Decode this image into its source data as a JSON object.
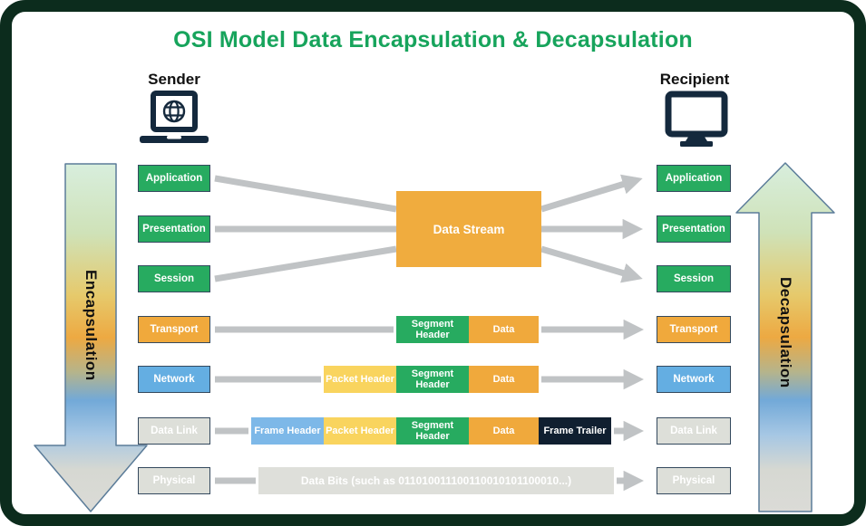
{
  "title": "OSI Model Data Encapsulation & Decapsulation",
  "endpoints": {
    "sender": "Sender",
    "recipient": "Recipient"
  },
  "side_arrows": {
    "left": "Encapsulation",
    "right": "Decapsulation"
  },
  "data_stream_label": "Data Stream",
  "layers": [
    {
      "name": "Application",
      "color": "#27ab60"
    },
    {
      "name": "Presentation",
      "color": "#27ab60"
    },
    {
      "name": "Session",
      "color": "#27ab60"
    },
    {
      "name": "Transport",
      "color": "#f0a93c"
    },
    {
      "name": "Network",
      "color": "#64aee2"
    },
    {
      "name": "Data Link",
      "color": "#dddfd9"
    },
    {
      "name": "Physical",
      "color": "#dddfd9"
    }
  ],
  "pdu_rows": {
    "transport": {
      "segments": [
        {
          "label": "Segment Header",
          "color": "#27ab60"
        },
        {
          "label": "Data",
          "color": "#f0a93c"
        }
      ]
    },
    "network": {
      "segments": [
        {
          "label": "Packet Header",
          "color": "#f9d45e"
        },
        {
          "label": "Segment Header",
          "color": "#27ab60"
        },
        {
          "label": "Data",
          "color": "#f0a93c"
        }
      ]
    },
    "data_link": {
      "segments": [
        {
          "label": "Frame Header",
          "color": "#7db8e8"
        },
        {
          "label": "Packet Header",
          "color": "#f9d45e"
        },
        {
          "label": "Segment Header",
          "color": "#27ab60"
        },
        {
          "label": "Data",
          "color": "#f0a93c"
        },
        {
          "label": "Frame Trailer",
          "color": "#101f30"
        }
      ]
    },
    "physical": {
      "bar_label": "Data Bits (such as 011010011100110010101100010...)",
      "bar_color": "#dedfda"
    }
  },
  "colors": {
    "title_green": "#17a45c",
    "layer_green": "#27ab60",
    "orange": "#f0a93c",
    "yellow": "#f9d45e",
    "network_blue": "#64aee2",
    "frame_header_blue": "#7db8e8",
    "layer_gray": "#dddfd9",
    "frame_trailer_dark": "#101f30",
    "connector_gray": "#c0c3c5",
    "outer_border": "#0c2c1d",
    "icon_navy": "#14293d",
    "data_stream_orange": "#f0ac3e"
  }
}
